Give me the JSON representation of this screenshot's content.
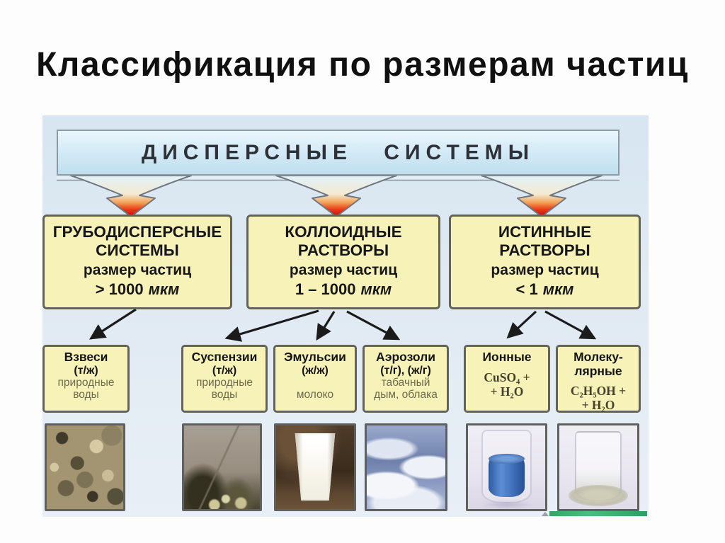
{
  "page": {
    "title": "Классификация по размерам частиц"
  },
  "banner": {
    "label": "ДИСПЕРСНЫЕ СИСТЕМЫ"
  },
  "main_boxes": [
    {
      "title_lines": [
        "ГРУБОДИСПЕРСНЫЕ",
        "СИСТЕМЫ"
      ],
      "size_label": "размер частиц",
      "size_value": "> 1000",
      "size_unit": "мкм"
    },
    {
      "title_lines": [
        "КОЛЛОИДНЫЕ",
        "РАСТВОРЫ"
      ],
      "size_label": "размер частиц",
      "size_value": "1 – 1000",
      "size_unit": "мкм"
    },
    {
      "title_lines": [
        "ИСТИННЫЕ",
        "РАСТВОРЫ"
      ],
      "size_label": "размер частиц",
      "size_value": "< 1",
      "size_unit": "мкм"
    }
  ],
  "sub_boxes": [
    {
      "title_lines": [
        "Взвеси"
      ],
      "type": "(т/ж)",
      "desc_lines": [
        "природные",
        "воды"
      ],
      "formula_lines": []
    },
    {
      "title_lines": [
        "Суспензии"
      ],
      "type": "(т/ж)",
      "desc_lines": [
        "природные",
        "воды"
      ],
      "formula_lines": []
    },
    {
      "title_lines": [
        "Эмульсии"
      ],
      "type": "(ж/ж)",
      "desc_lines": [
        "",
        "молоко"
      ],
      "formula_lines": []
    },
    {
      "title_lines": [
        "Аэрозоли"
      ],
      "type": "(т/г), (ж/г)",
      "desc_lines": [
        "табачный",
        "дым, облака"
      ],
      "formula_lines": []
    },
    {
      "title_lines": [
        "Ионные"
      ],
      "type": "",
      "desc_lines": [],
      "formula_lines": [
        "CuSO₄ +",
        "+ H₂O"
      ]
    },
    {
      "title_lines": [
        "Молеку-",
        "лярные"
      ],
      "type": "",
      "desc_lines": [],
      "formula_lines": [
        "C₂H₅OH +",
        "+ H₂O"
      ]
    }
  ],
  "colors": {
    "arrow_red": "#d81505",
    "box_yellow": "#f7f2b8",
    "box_border": "#63635a",
    "poster_blue": "#e0eaf3",
    "banner_blue": "#d5ebf7",
    "olive_text": "#6d6a4d",
    "green_strip": "#35a468"
  }
}
